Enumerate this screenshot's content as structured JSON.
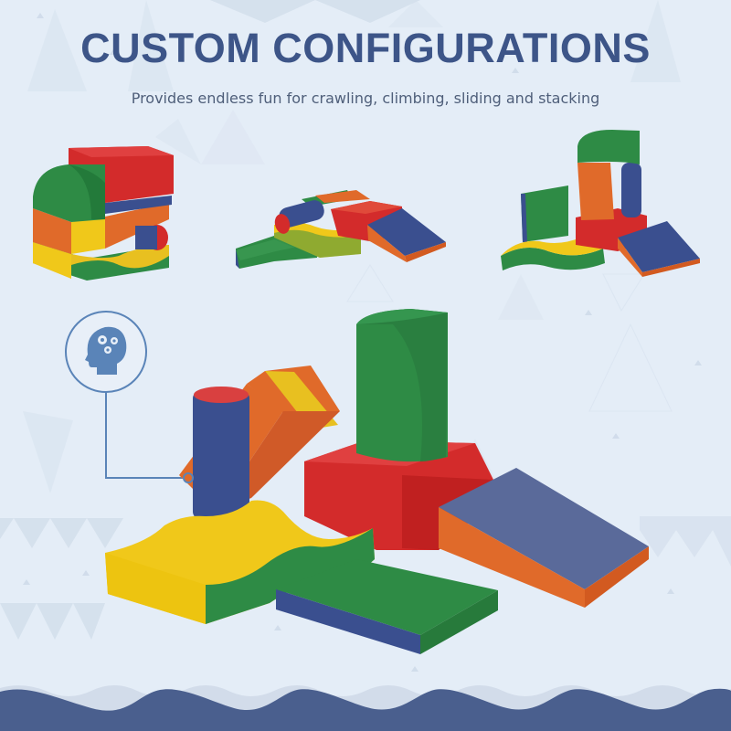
{
  "header": {
    "title": "CUSTOM CONFIGURATIONS",
    "subtitle": "Provides endless fun for crawling, climbing, sliding and stacking"
  },
  "callout": {
    "icon": "head-gears-icon",
    "icon_meaning": "brain-development"
  },
  "thumbnails": [
    {
      "name": "configuration-stacked-cube"
    },
    {
      "name": "configuration-crawl-path"
    },
    {
      "name": "configuration-tower-arch"
    }
  ],
  "main_product": {
    "pieces": [
      "cylinder-blue-red",
      "cube-orange-yellow",
      "half-cylinder-green",
      "block-red",
      "wave-yellow-green",
      "mat-green-blue",
      "ramp-blue-orange"
    ]
  },
  "colors": {
    "background": "#e4edf7",
    "title": "#3d5588",
    "subtitle": "#4f5f7a",
    "wave_band": "#4a5f8e",
    "callout_line": "#5a84b8",
    "red": "#d32b2b",
    "green": "#2e8b45",
    "blue": "#3a4f8f",
    "yellow": "#f0c81a",
    "orange": "#e06a2a"
  }
}
